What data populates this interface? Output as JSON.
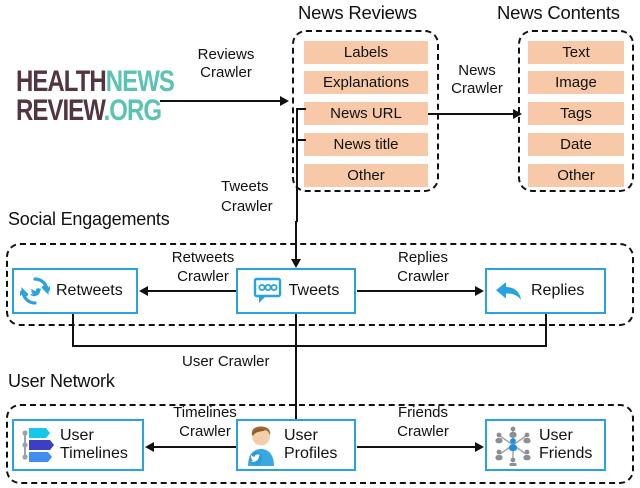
{
  "diagram": {
    "title_news_reviews": "News Reviews",
    "title_news_contents": "News Contents",
    "section_social": "Social Engagements",
    "section_user_network": "User Network"
  },
  "logo": {
    "line1_dark": "HEALTH",
    "line1_teal": "NEWS",
    "line2_dark": "REVIEW",
    "line2_teal": ".ORG",
    "color_dark": "#53353f",
    "color_teal": "#5cc2b2"
  },
  "news_reviews": {
    "fields": [
      "Labels",
      "Explanations",
      "News URL",
      "News title",
      "Other"
    ]
  },
  "news_contents": {
    "fields": [
      "Text",
      "Image",
      "Tags",
      "Date",
      "Other"
    ]
  },
  "crawlers": {
    "reviews": "Reviews\nCrawler",
    "reviews_l1": "Reviews",
    "reviews_l2": "Crawler",
    "news_l1": "News",
    "news_l2": "Crawler",
    "tweets_l1": "Tweets",
    "tweets_l2": "Crawler",
    "retweets_l1": "Retweets",
    "retweets_l2": "Crawler",
    "replies_l1": "Replies",
    "replies_l2": "Crawler",
    "user": "User Crawler",
    "timelines_l1": "Timelines",
    "timelines_l2": "Crawler",
    "friends_l1": "Friends",
    "friends_l2": "Crawler"
  },
  "entities": {
    "retweets": "Retweets",
    "tweets": "Tweets",
    "replies": "Replies",
    "user_timelines_l1": "User",
    "user_timelines_l2": "Timelines",
    "user_profiles_l1": "User",
    "user_profiles_l2": "Profiles",
    "user_friends_l1": "User",
    "user_friends_l2": "Friends"
  },
  "colors": {
    "chip_peach": "#f7c9a8",
    "entity_blue": "#29a3e0",
    "line_black": "#111111"
  }
}
